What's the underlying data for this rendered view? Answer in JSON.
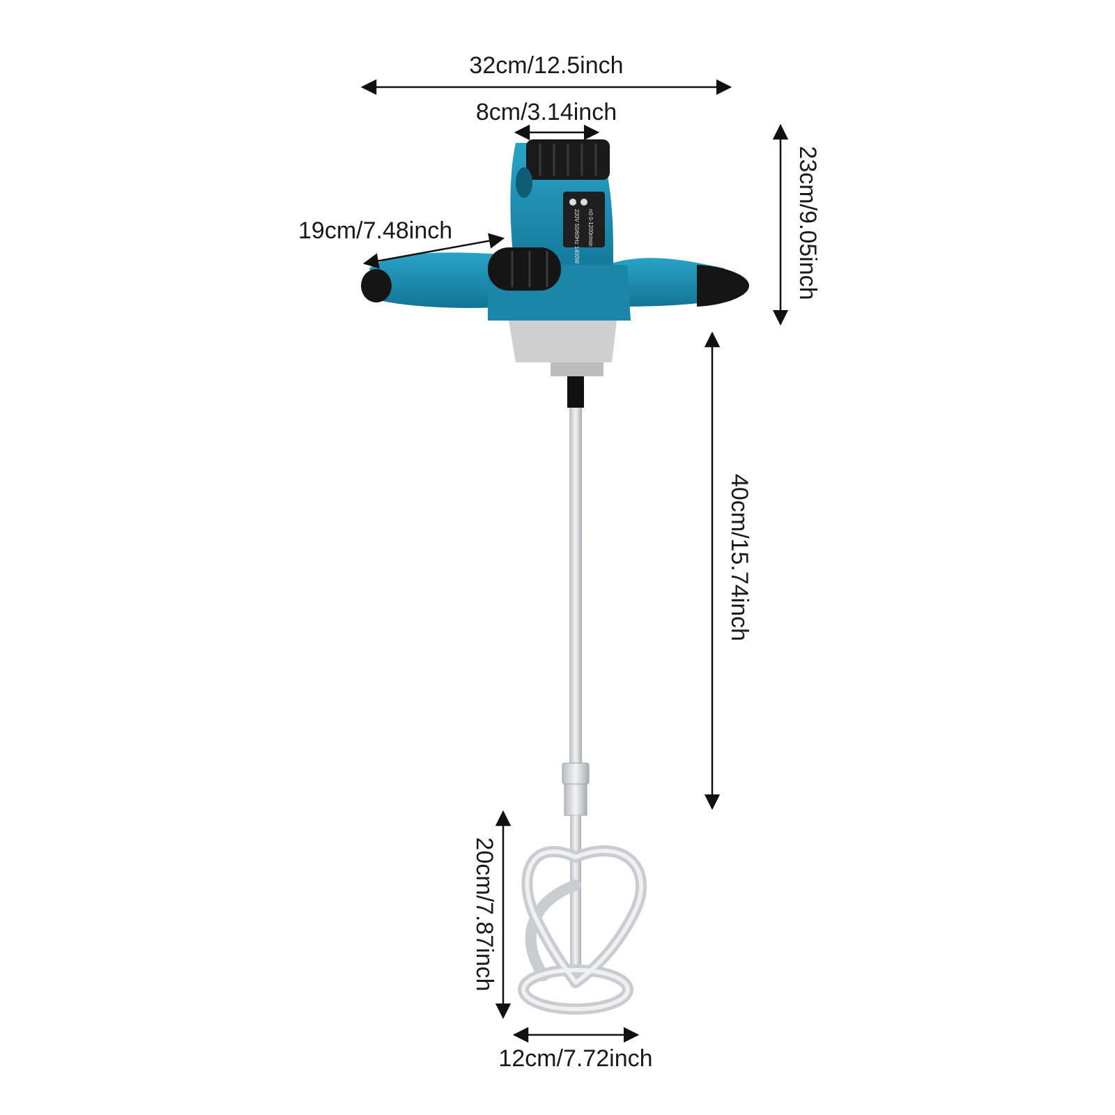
{
  "product": {
    "label_lines": [
      "220V 50/60Hz 1400W",
      "n0 0-1200r/min"
    ],
    "colors": {
      "body": "#1e8db0",
      "body_dark": "#136f8c",
      "grip": "#1a1a1a",
      "metal": "#d9dcdf",
      "gearbox": "#cfcfcf"
    }
  },
  "dimensions": {
    "overall_width": "32cm/12.5inch",
    "top_width": "8cm/3.14inch",
    "handle_length": "19cm/7.48inch",
    "head_height": "23cm/9.05inch",
    "shaft_length": "40cm/15.74inch",
    "paddle_height": "20cm/7.87inch",
    "paddle_width": "12cm/7.72inch"
  }
}
